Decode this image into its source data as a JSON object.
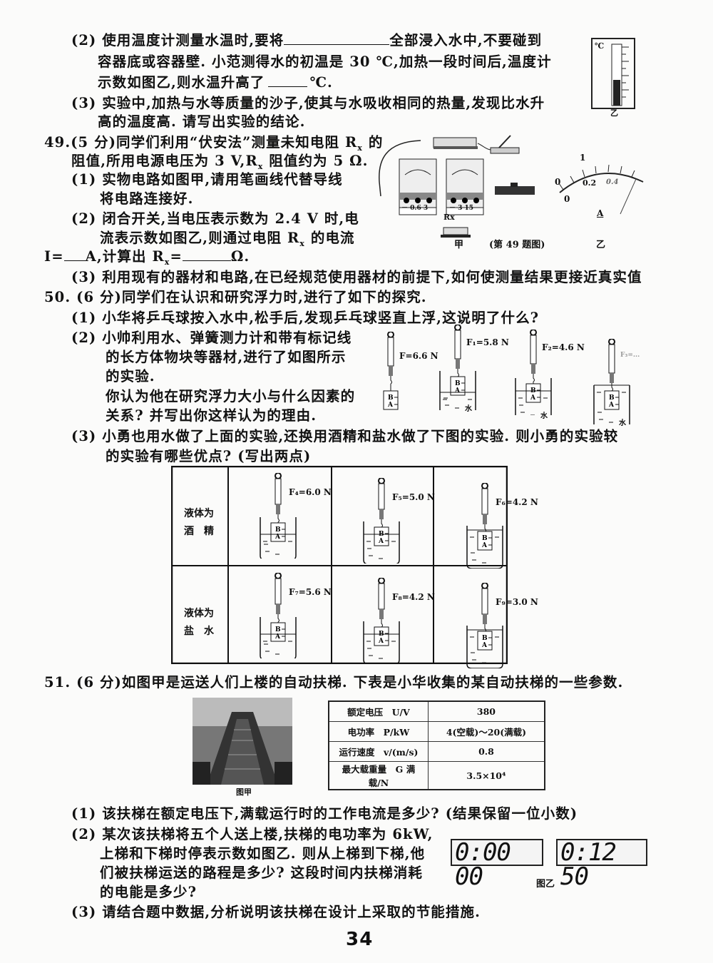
{
  "q48": {
    "l1a": "(2) 使用温度计测量水温时,要将",
    "l1b": "全部浸入水中,不要碰到",
    "l2": "容器底或容器壁. 小范测得水的初温是 30 ℃,加热一段时间后,温度计",
    "l3a": "示数如图乙,则水温升高了",
    "l3b": "℃.",
    "l4": "(3) 实验中,加热与水等质量的沙子,使其与水吸收相同的热量,发现比水升",
    "l5": "高的温度高. 请写出实验的结论.",
    "thermo_unit": "℃",
    "thermo_label": "乙"
  },
  "q49": {
    "l1": "49.(5 分)同学们利用“伏安法”测量未知电阻 R",
    "l1sub": "x",
    "l1end": " 的",
    "l2a": "阻值,所用电源电压为 3 V,R",
    "l2sub": "x",
    "l2b": " 阻值约为 5 Ω.",
    "l3": "(1) 实物电路如图甲,请用笔画线代替导线",
    "l4": "将电路连接好.",
    "l5": "(2) 闭合开关,当电压表示数为 2.4 V 时,电",
    "l6a": "流表示数如图乙,则通过电阻 R",
    "l6sub": "x",
    "l6b": " 的电流",
    "l7a": "I=",
    "l7b": "A,计算出 R",
    "l7sub": "x",
    "l7c": "=",
    "l7d": "Ω.",
    "l8": "(3) 利用现有的器材和电路,在已经规范使用器材的前提下,如何使测量结果更接近真实值",
    "ammeter_terms": "－  0.6  3",
    "voltmeter_terms": "－  3  15",
    "rx_label": "Rx",
    "fig_jia": "甲",
    "fig_caption": "(第 49 题图)",
    "fig_yi": "乙",
    "dial": {
      "t0": "0",
      "t1": "1",
      "t02": "0.2",
      "t04": "0.4",
      "zero": "0",
      "unit": "A"
    }
  },
  "q50": {
    "l1": "50. (6 分)同学们在认识和研究浮力时,进行了如下的探究.",
    "l2": "(1) 小华将乒乓球按入水中,松手后,发现乒乓球竖直上浮,这说明了什么?",
    "l3": "(2) 小帅利用水、弹簧测力计和带有标记线",
    "l4": "的长方体物块等器材,进行了如图所示",
    "l5": "的实验.",
    "l6": "你认为他在研究浮力大小与什么因素的",
    "l7": "关系? 并写出你这样认为的理由.",
    "l8": "(3) 小勇也用水做了上面的实验,还换用酒精和盐水做了下图的实验. 则小勇的实验较",
    "l9": "的实验有哪些优点? (写出两点)",
    "water_forces": [
      "F=6.6 N",
      "F₁=5.8 N",
      "F₂=4.6 N",
      "F₃=..."
    ],
    "water_label": "水",
    "table": [
      {
        "liquid": "液体为\n酒　精",
        "line1": "液体为",
        "line2": "酒　精",
        "forces": [
          "F₄=6.0 N",
          "F₅=5.0 N",
          "F₆=4.2 N"
        ]
      },
      {
        "liquid": "液体为\n盐　水",
        "line1": "液体为",
        "line2": "盐　水",
        "forces": [
          "F₇=5.6 N",
          "F₈=4.2 N",
          "F₉=3.0 N"
        ]
      }
    ]
  },
  "q51": {
    "l1": "51. (6 分)如图甲是运送人们上楼的自动扶梯. 下表是小华收集的某自动扶梯的一些参数.",
    "photo_caption": "图甲",
    "params": [
      {
        "name": "额定电压　U/V",
        "value": "380"
      },
      {
        "name": "电功率　P/kW",
        "value": "4(空载)～20(满载)"
      },
      {
        "name": "运行速度　v/(m/s)",
        "value": "0.8"
      },
      {
        "name": "最大载重量　G 满载/N",
        "value": "3.5×10⁴"
      }
    ],
    "l2": "(1) 该扶梯在额定电压下,满载运行时的工作电流是多少? (结果保留一位小数)",
    "l3": "(2) 某次该扶梯将五个人送上楼,扶梯的电功率为 6kW,",
    "l4": "上梯和下梯时停表示数如图乙. 则从上梯到下梯,他",
    "l5": "们被扶梯运送的路程是多少? 这段时间内扶梯消耗",
    "l6": "的电能是多少?",
    "l7": "(3) 请结合题中数据,分析说明该扶梯在设计上采取的节能措施.",
    "clock1": "0:00 00",
    "clock2": "0:12 50",
    "clock_caption": "图乙"
  },
  "page_number": "34"
}
